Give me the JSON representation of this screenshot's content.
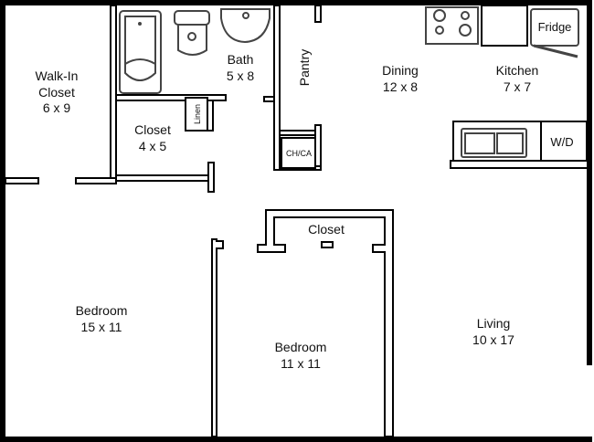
{
  "rooms": {
    "walk_in_closet": {
      "name_line1": "Walk-In",
      "name_line2": "Closet",
      "size": "6 x 9"
    },
    "bath": {
      "name": "Bath",
      "size": "5 x 8"
    },
    "pantry": {
      "name": "Pantry"
    },
    "dining": {
      "name": "Dining",
      "size": "12 x 8"
    },
    "kitchen": {
      "name": "Kitchen",
      "size": "7 x 7"
    },
    "closet_small": {
      "name": "Closet",
      "size": "4 x 5"
    },
    "linen": {
      "name": "Linen"
    },
    "chca": {
      "name": "CH/CA"
    },
    "bedroom1": {
      "name": "Bedroom",
      "size": "15 x 11"
    },
    "bedroom2": {
      "name": "Bedroom",
      "size": "11 x 11"
    },
    "bedroom2_closet": {
      "name": "Closet"
    },
    "living": {
      "name": "Living",
      "size": "10 x 17"
    }
  },
  "fixtures": {
    "fridge": "Fridge",
    "washer_dryer": "W/D"
  }
}
